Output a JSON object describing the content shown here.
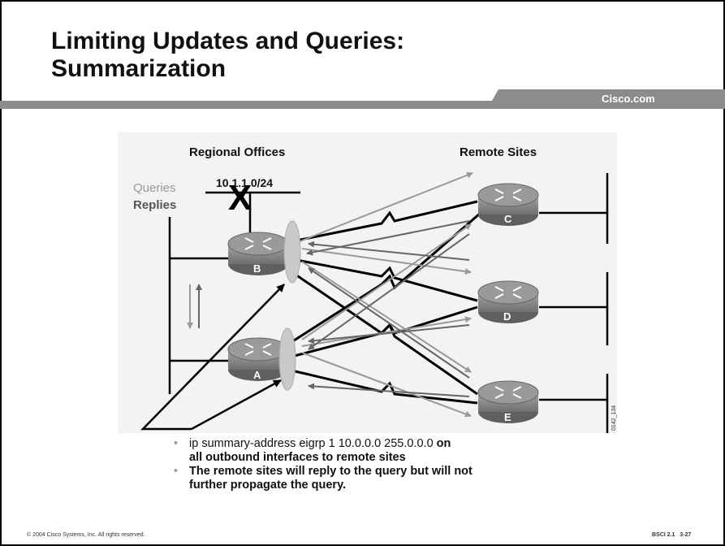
{
  "slide": {
    "title_line1": "Limiting Updates and Queries:",
    "title_line2": "Summarization",
    "brand": "Cisco.com"
  },
  "diagram": {
    "label_regional": "Regional Offices",
    "label_remote": "Remote Sites",
    "legend_queries": "Queries",
    "legend_replies": "Replies",
    "subnet_label": "10.1.1.0/24",
    "blocked_mark": "X",
    "router_a": "A",
    "router_b": "B",
    "router_c": "C",
    "router_d": "D",
    "router_e": "E",
    "figure_id": "0142_134",
    "colors": {
      "query_arrow": "#999999",
      "reply_arrow": "#666666",
      "router": "#7f7f7f",
      "summary_oval": "#c9c9c9"
    }
  },
  "bullets": {
    "b1_code": "ip summary-address eigrp 1 10.0.0.0 255.0.0.0",
    "b1_on": " on",
    "b1_rest": "all outbound interfaces to remote sites",
    "b2_line1": "The remote sites will reply to the query but will not",
    "b2_line2": "further propagate the query."
  },
  "footer": {
    "copyright": "© 2004 Cisco Systems, Inc. All rights reserved.",
    "course": "BSCI 2.1",
    "page": "3-27"
  }
}
